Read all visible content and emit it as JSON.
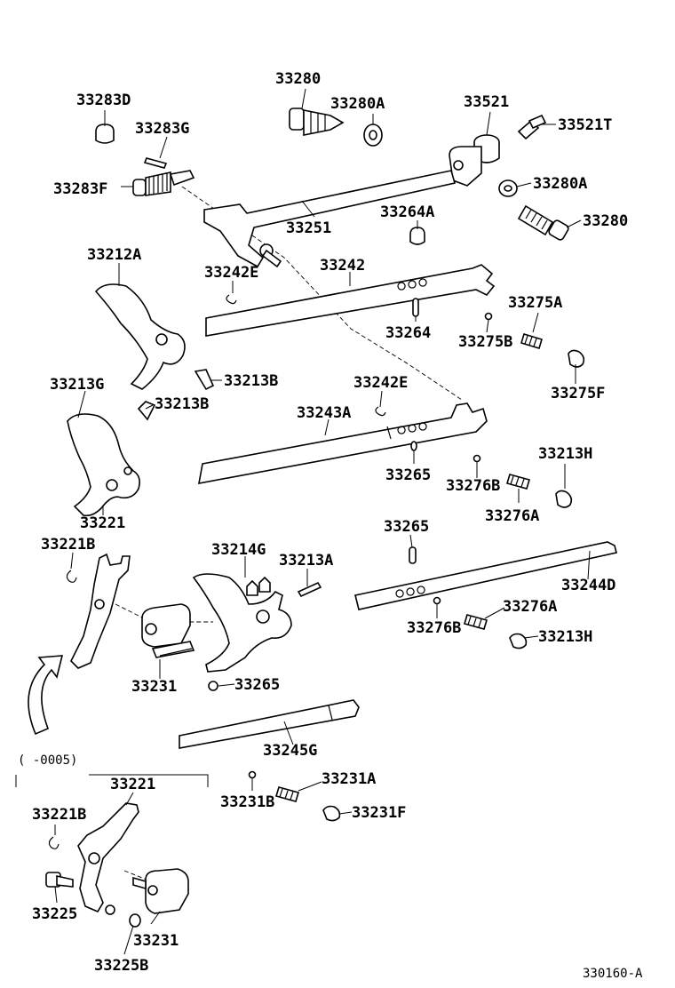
{
  "labels": {
    "l33283D": "33283D",
    "l33283G": "33283G",
    "l33283F": "33283F",
    "l33280top": "33280",
    "l33280Atop": "33280A",
    "l33521": "33521",
    "l33521T": "33521T",
    "l33280Aright": "33280A",
    "l33280right": "33280",
    "l33251": "33251",
    "l33264A": "33264A",
    "l33212A": "33212A",
    "l33242E_top": "33242E",
    "l33242": "33242",
    "l33275A": "33275A",
    "l33264": "33264",
    "l33275B": "33275B",
    "l33275F": "33275F",
    "l33213B_a": "33213B",
    "l33213B_b": "33213B",
    "l33213G": "33213G",
    "l33242E_mid": "33242E",
    "l33243A": "33243A",
    "l33213H_top": "33213H",
    "l33265_a": "33265",
    "l33276B_a": "33276B",
    "l33276A_a": "33276A",
    "l33221_top": "33221",
    "l33265_b": "33265",
    "l33221B_top": "33221B",
    "l33214G": "33214G",
    "l33213A": "33213A",
    "l33244D": "33244D",
    "l33276A_b": "33276A",
    "l33276B_b": "33276B",
    "l33213H_bot": "33213H",
    "l33231_top": "33231",
    "l33265_c": "33265",
    "l33245G": "33245G",
    "l_range": "(   -0005)",
    "l33221_bot": "33221",
    "l33231A": "33231A",
    "l33221B_bot": "33221B",
    "l33231B": "33231B",
    "l33231F": "33231F",
    "l33225": "33225",
    "l33231_bot": "33231",
    "l33225B": "33225B",
    "l_code": "330160-A"
  }
}
